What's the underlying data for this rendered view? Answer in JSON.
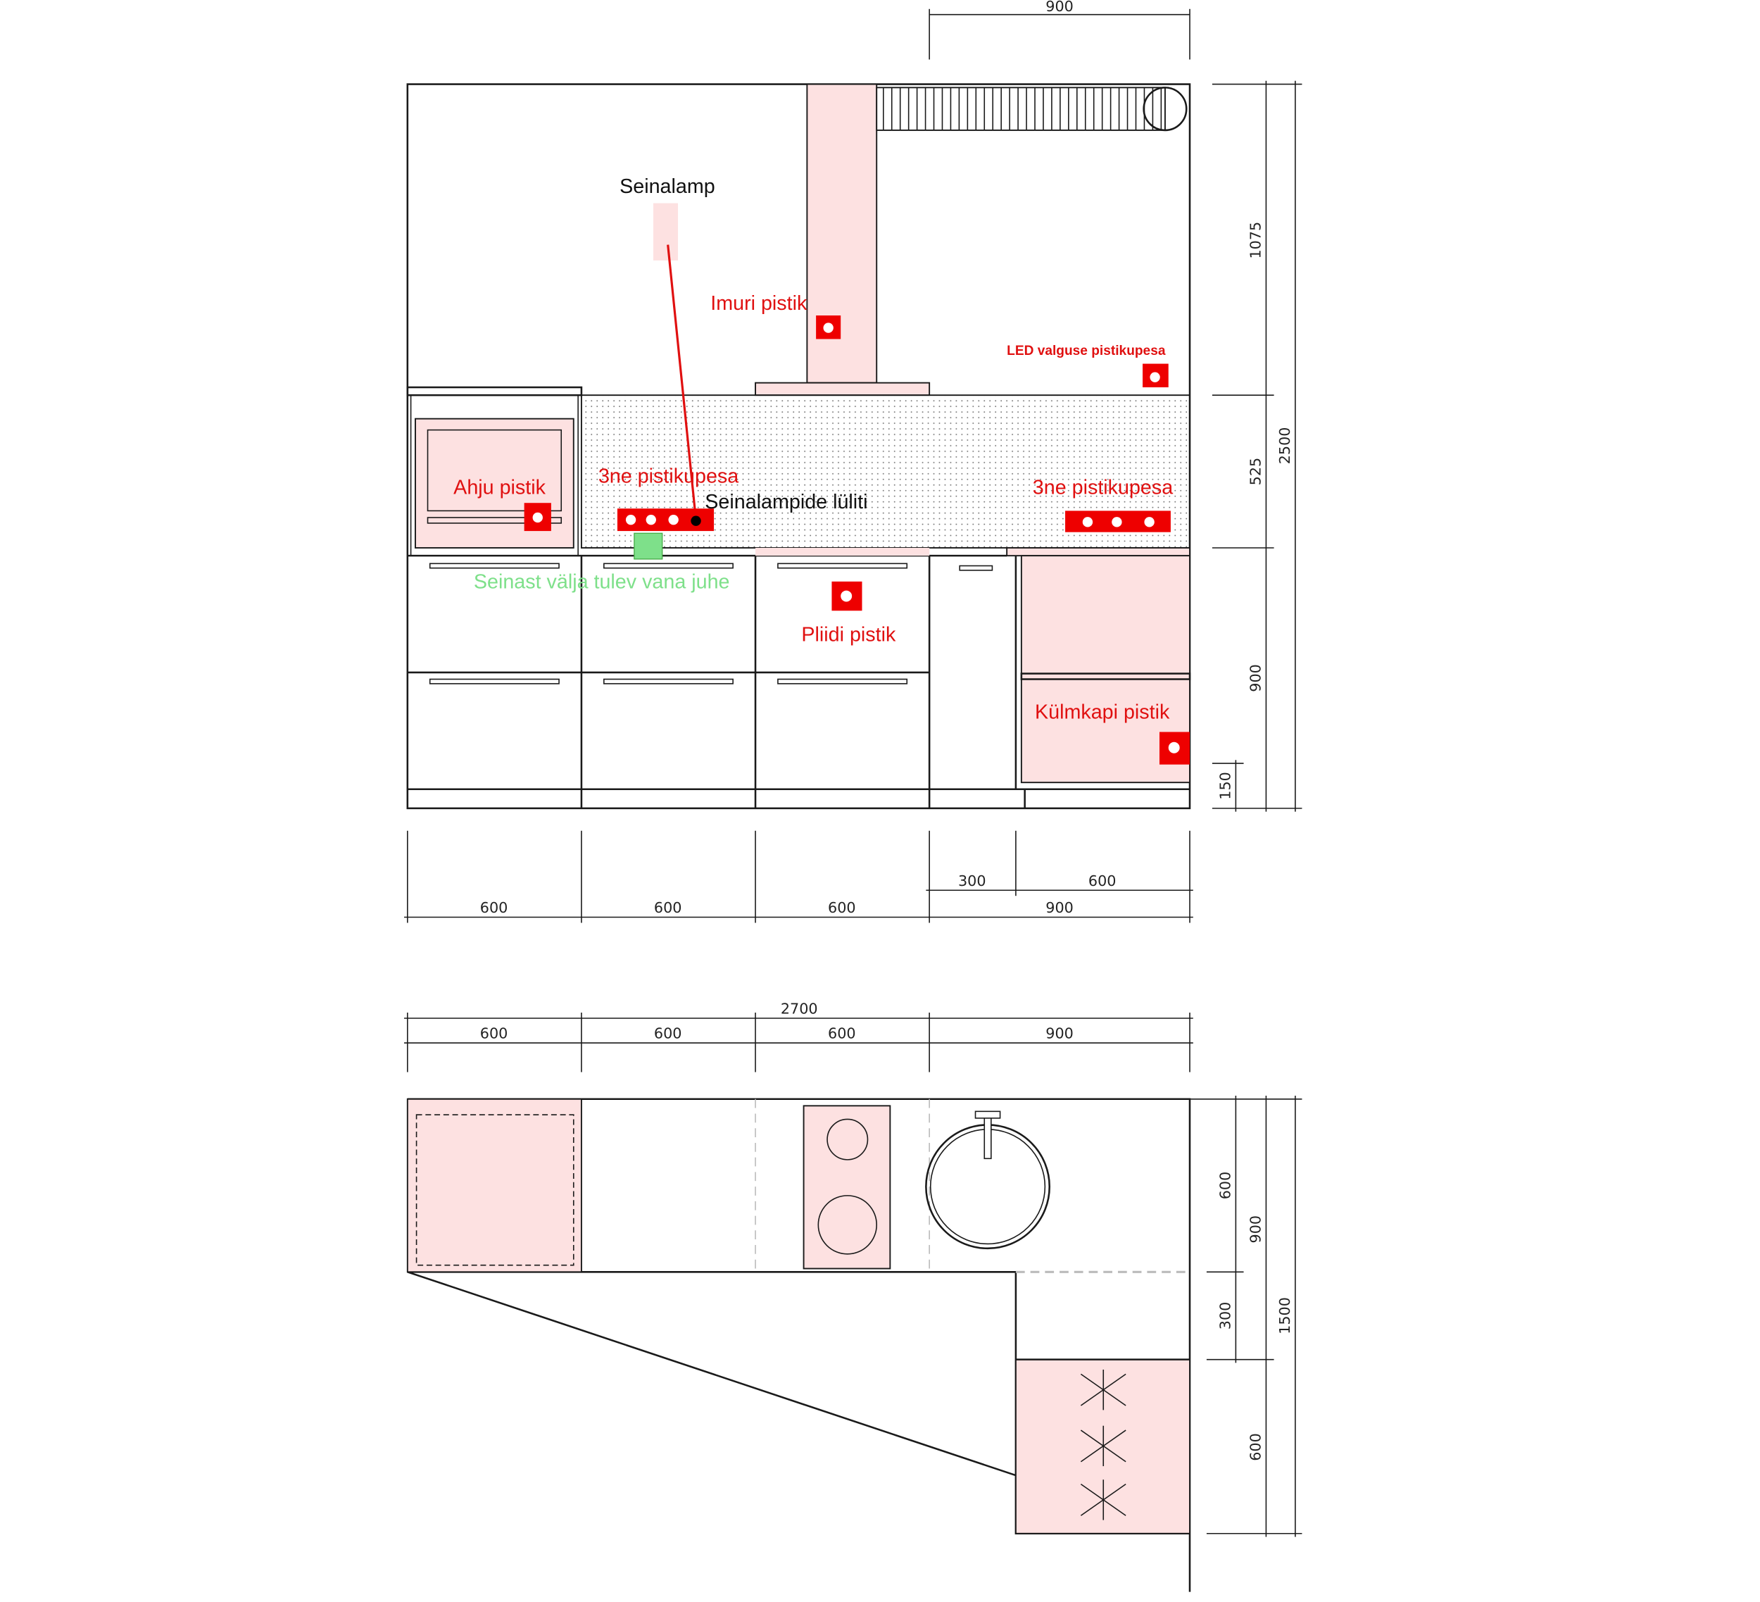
{
  "elevation": {
    "labels": {
      "wall_lamp": "Seinalamp",
      "vacuum_socket": "Imuri pistik",
      "led_socket": "LED valguse pistikupesa",
      "oven_socket": "Ahju pistik",
      "triple_socket_left": "3ne pistikupesa",
      "lamp_switch": "Seinalampide lüliti",
      "triple_socket_right": "3ne pistikupesa",
      "old_wire": "Seinast välja tulev vana juhe",
      "stove_socket": "Pliidi pistik",
      "fridge_socket": "Külmkapi pistik"
    },
    "dims": {
      "top_width": "900",
      "right_upper": "1075",
      "right_backsplash": "525",
      "right_base": "900",
      "right_total": "2500",
      "right_plinth": "150",
      "bottom_widths": [
        "600",
        "600",
        "600",
        "900"
      ],
      "bottom_sub": [
        "300",
        "600"
      ]
    }
  },
  "plan": {
    "dims": {
      "total_width": "2700",
      "widths": [
        "600",
        "600",
        "600",
        "900"
      ],
      "right_depth": "600",
      "right_gap": "300",
      "right_depth_total": "900",
      "right_lower": "600",
      "right_total": "1500"
    }
  },
  "colors": {
    "socket": "#ee0000",
    "highlight": "#fde1e1",
    "wire": "#7ee08a"
  }
}
